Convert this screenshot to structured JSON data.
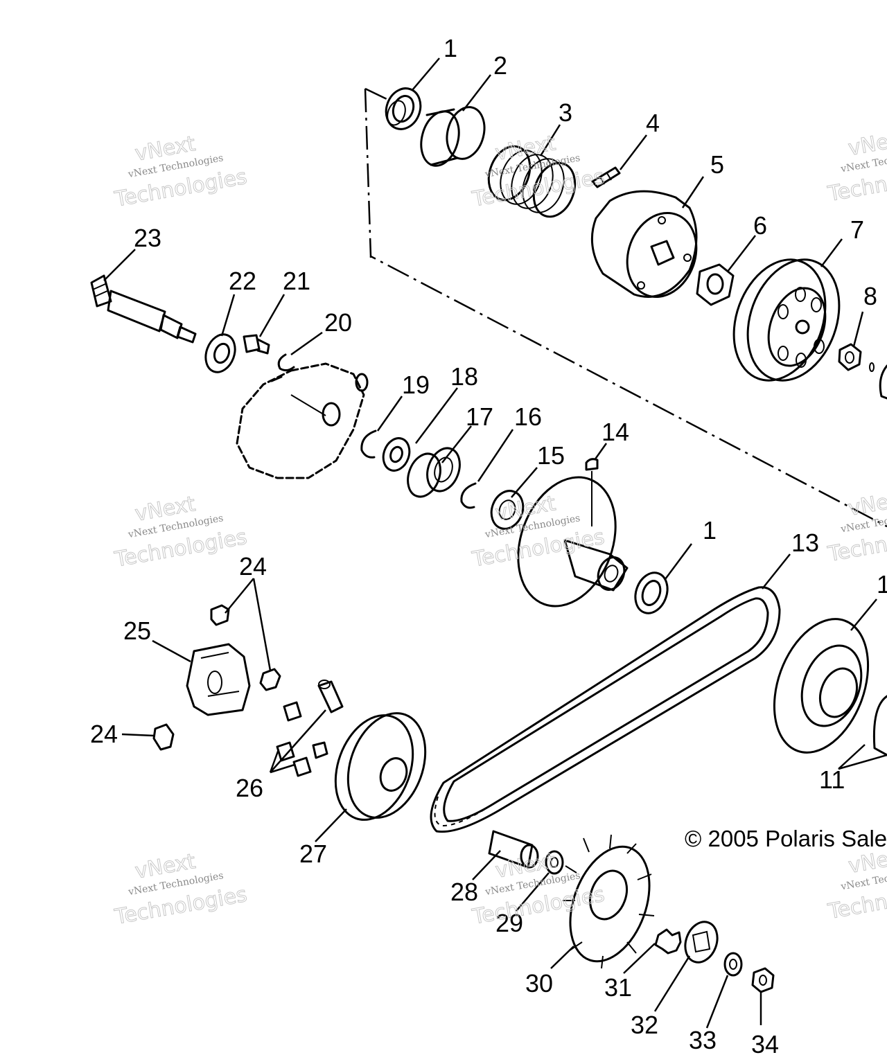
{
  "diagram": {
    "callouts": [
      {
        "id": "c1a",
        "text": "1"
      },
      {
        "id": "c2",
        "text": "2"
      },
      {
        "id": "c3",
        "text": "3"
      },
      {
        "id": "c4",
        "text": "4"
      },
      {
        "id": "c5",
        "text": "5"
      },
      {
        "id": "c6",
        "text": "6"
      },
      {
        "id": "c7",
        "text": "7"
      },
      {
        "id": "c8",
        "text": "8"
      },
      {
        "id": "c23",
        "text": "23"
      },
      {
        "id": "c22",
        "text": "22"
      },
      {
        "id": "c21",
        "text": "21"
      },
      {
        "id": "c20",
        "text": "20"
      },
      {
        "id": "c19",
        "text": "19"
      },
      {
        "id": "c18",
        "text": "18"
      },
      {
        "id": "c17",
        "text": "17"
      },
      {
        "id": "c16",
        "text": "16"
      },
      {
        "id": "c15",
        "text": "15"
      },
      {
        "id": "c14",
        "text": "14"
      },
      {
        "id": "c1b",
        "text": "1"
      },
      {
        "id": "c13",
        "text": "13"
      },
      {
        "id": "c12",
        "text": "1"
      },
      {
        "id": "c24a",
        "text": "24"
      },
      {
        "id": "c25",
        "text": "25"
      },
      {
        "id": "c24b",
        "text": "24"
      },
      {
        "id": "c26",
        "text": "26"
      },
      {
        "id": "c27",
        "text": "27"
      },
      {
        "id": "c11",
        "text": "11"
      },
      {
        "id": "c28",
        "text": "28"
      },
      {
        "id": "c29",
        "text": "29"
      },
      {
        "id": "c30",
        "text": "30"
      },
      {
        "id": "c31",
        "text": "31"
      },
      {
        "id": "c32",
        "text": "32"
      },
      {
        "id": "c33",
        "text": "33"
      },
      {
        "id": "c34",
        "text": "34"
      }
    ],
    "copyright": "© 2005 Polaris Sale",
    "watermark": {
      "line1": "vNext",
      "line2": "vNext Technologies",
      "line3": "Technologies"
    }
  }
}
